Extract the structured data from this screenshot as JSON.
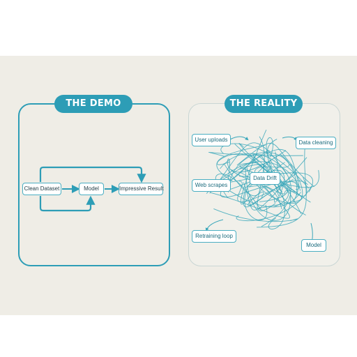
{
  "demo": {
    "title": "THE DEMO",
    "nodes": {
      "clean_dataset": "Clean Dataset",
      "model": "Model",
      "impressive_result": "Impressive Result"
    }
  },
  "reality": {
    "title": "THE REALITY",
    "nodes": {
      "user_uploads": "User uploads",
      "data_cleaning": "Data cleaning",
      "web_scrapes": "Web scrapes",
      "data_drift": "Data Drift",
      "retraining_loop": "Retraining loop",
      "model": "Model"
    }
  },
  "colors": {
    "accent": "#2d9db6",
    "background": "#efede6",
    "tangle": "#3aa7ba"
  }
}
